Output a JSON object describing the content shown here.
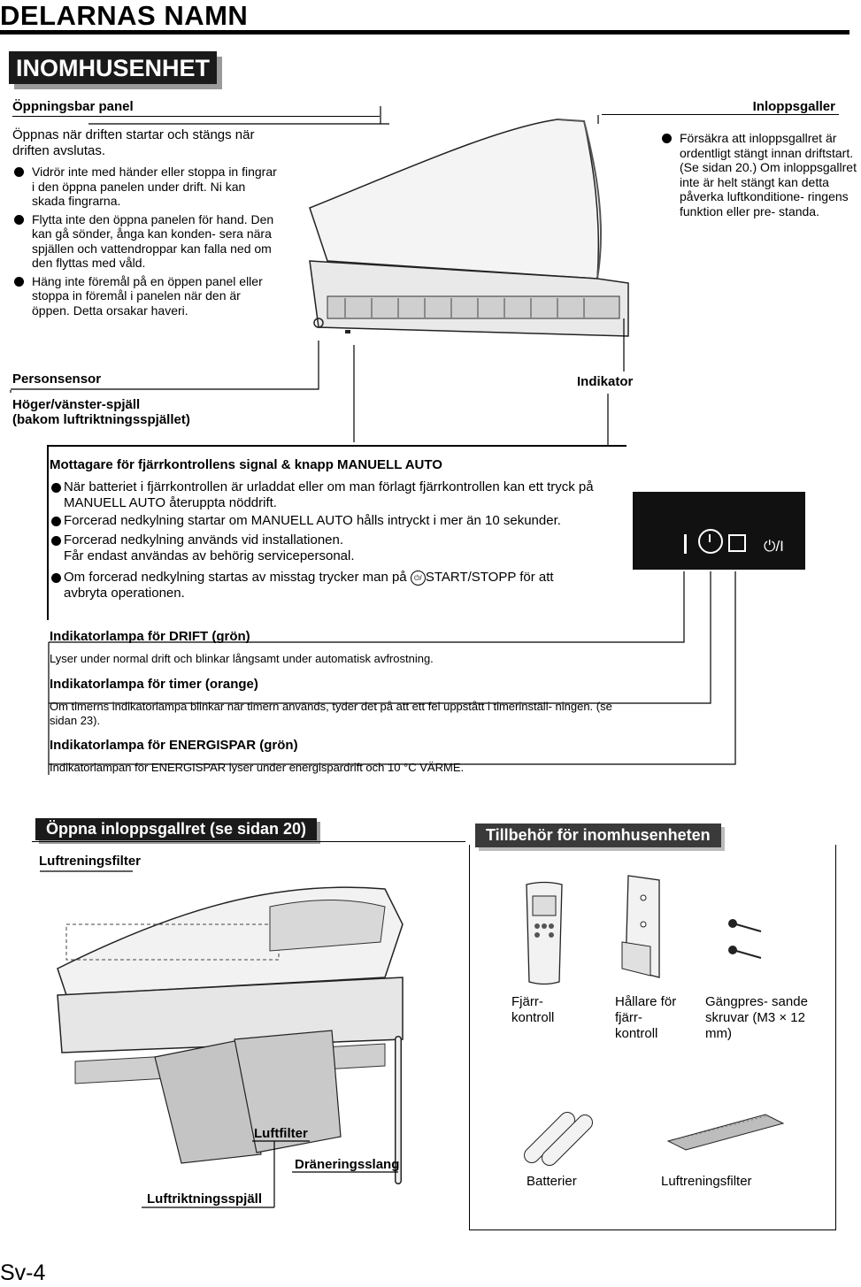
{
  "page": {
    "title": "DELARNAS NAMN",
    "section": "INOMHUSENHET",
    "page_number": "Sv-4"
  },
  "panel": {
    "heading": "Öppningsbar panel",
    "intro": "Öppnas när driften startar och stängs när driften avslutas.",
    "bullets": [
      "Vidrör inte med händer eller stoppa in fingrar i den öppna panelen under drift. Ni kan skada fingrarna.",
      "Flytta inte den öppna panelen för hand. Den kan gå sönder, ånga kan konden- sera nära spjällen och vattendroppar kan falla ned om den flyttas med våld.",
      "Häng inte föremål på en öppen panel eller stoppa in föremål i panelen när den är öppen. Detta orsakar haveri."
    ]
  },
  "inlet": {
    "heading": "Inloppsgaller",
    "text": "Försäkra att inloppsgallret är ordentligt stängt innan driftstart. (Se sidan 20.) Om inloppsgallret inte är helt stängt kan detta påverka luftkonditione- ringens funktion eller pre- standa."
  },
  "labels": {
    "person_sensor": "Personsensor",
    "louver": "Höger/vänster-spjäll",
    "louver_note": "(bakom luftriktningsspjället)",
    "indicator": "Indikator"
  },
  "receiver": {
    "heading": "Mottagare för fjärrkontrollens signal & knapp MANUELL AUTO",
    "bullets": [
      "När batteriet i fjärrkontrollen är urladdat eller om man förlagt fjärrkontrollen kan ett tryck på MANUELL AUTO återuppta nöddrift.",
      "Forcerad nedkylning startar om MANUELL AUTO hålls intryckt i mer än 10 sekunder.",
      "Forcerad nedkylning används vid installationen.",
      "Om forcerad nedkylning startas av misstag trycker man på"
    ],
    "install_note": "Får endast användas av behörig servicepersonal.",
    "start_stop": "START/STOPP för att",
    "abort": "avbryta operationen."
  },
  "lamps": [
    {
      "heading": "Indikatorlampa för DRIFT (grön)",
      "text": "Lyser under normal drift och blinkar långsamt under automatisk avfrostning."
    },
    {
      "heading": "Indikatorlampa för timer (orange)",
      "text": "Om timerns indikatorlampa blinkar när timern används, tyder det på att ett fel uppstått i timerinställ- ningen. (se sidan 23)."
    },
    {
      "heading": "Indikatorlampa för ENERGISPAR (grön)",
      "text": "Indikatorlampan för ENERGISPAR lyser under energispardrift och 10 °C VÄRME."
    }
  ],
  "open_grille": {
    "heading": "Öppna inloppsgallret (se sidan 20)",
    "air_filter_top": "Luftreningsfilter",
    "air_filter": "Luftfilter",
    "drain_hose": "Dräneringsslang",
    "airflow_louver": "Luftriktningsspjäll"
  },
  "accessories": {
    "heading": "Tillbehör för inomhusenheten",
    "remote": "Fjärr- kontroll",
    "holder": "Hållare för fjärr- kontroll",
    "screws": "Gängpres- sande skruvar (M3 × 12 mm)",
    "batteries": "Batterier",
    "cleaning_filter": "Luftreningsfilter"
  },
  "colors": {
    "heading_bg": "#1a1a1a",
    "accessory_head_bg": "#3a3a3a",
    "shadow": "#9a9a9a"
  }
}
